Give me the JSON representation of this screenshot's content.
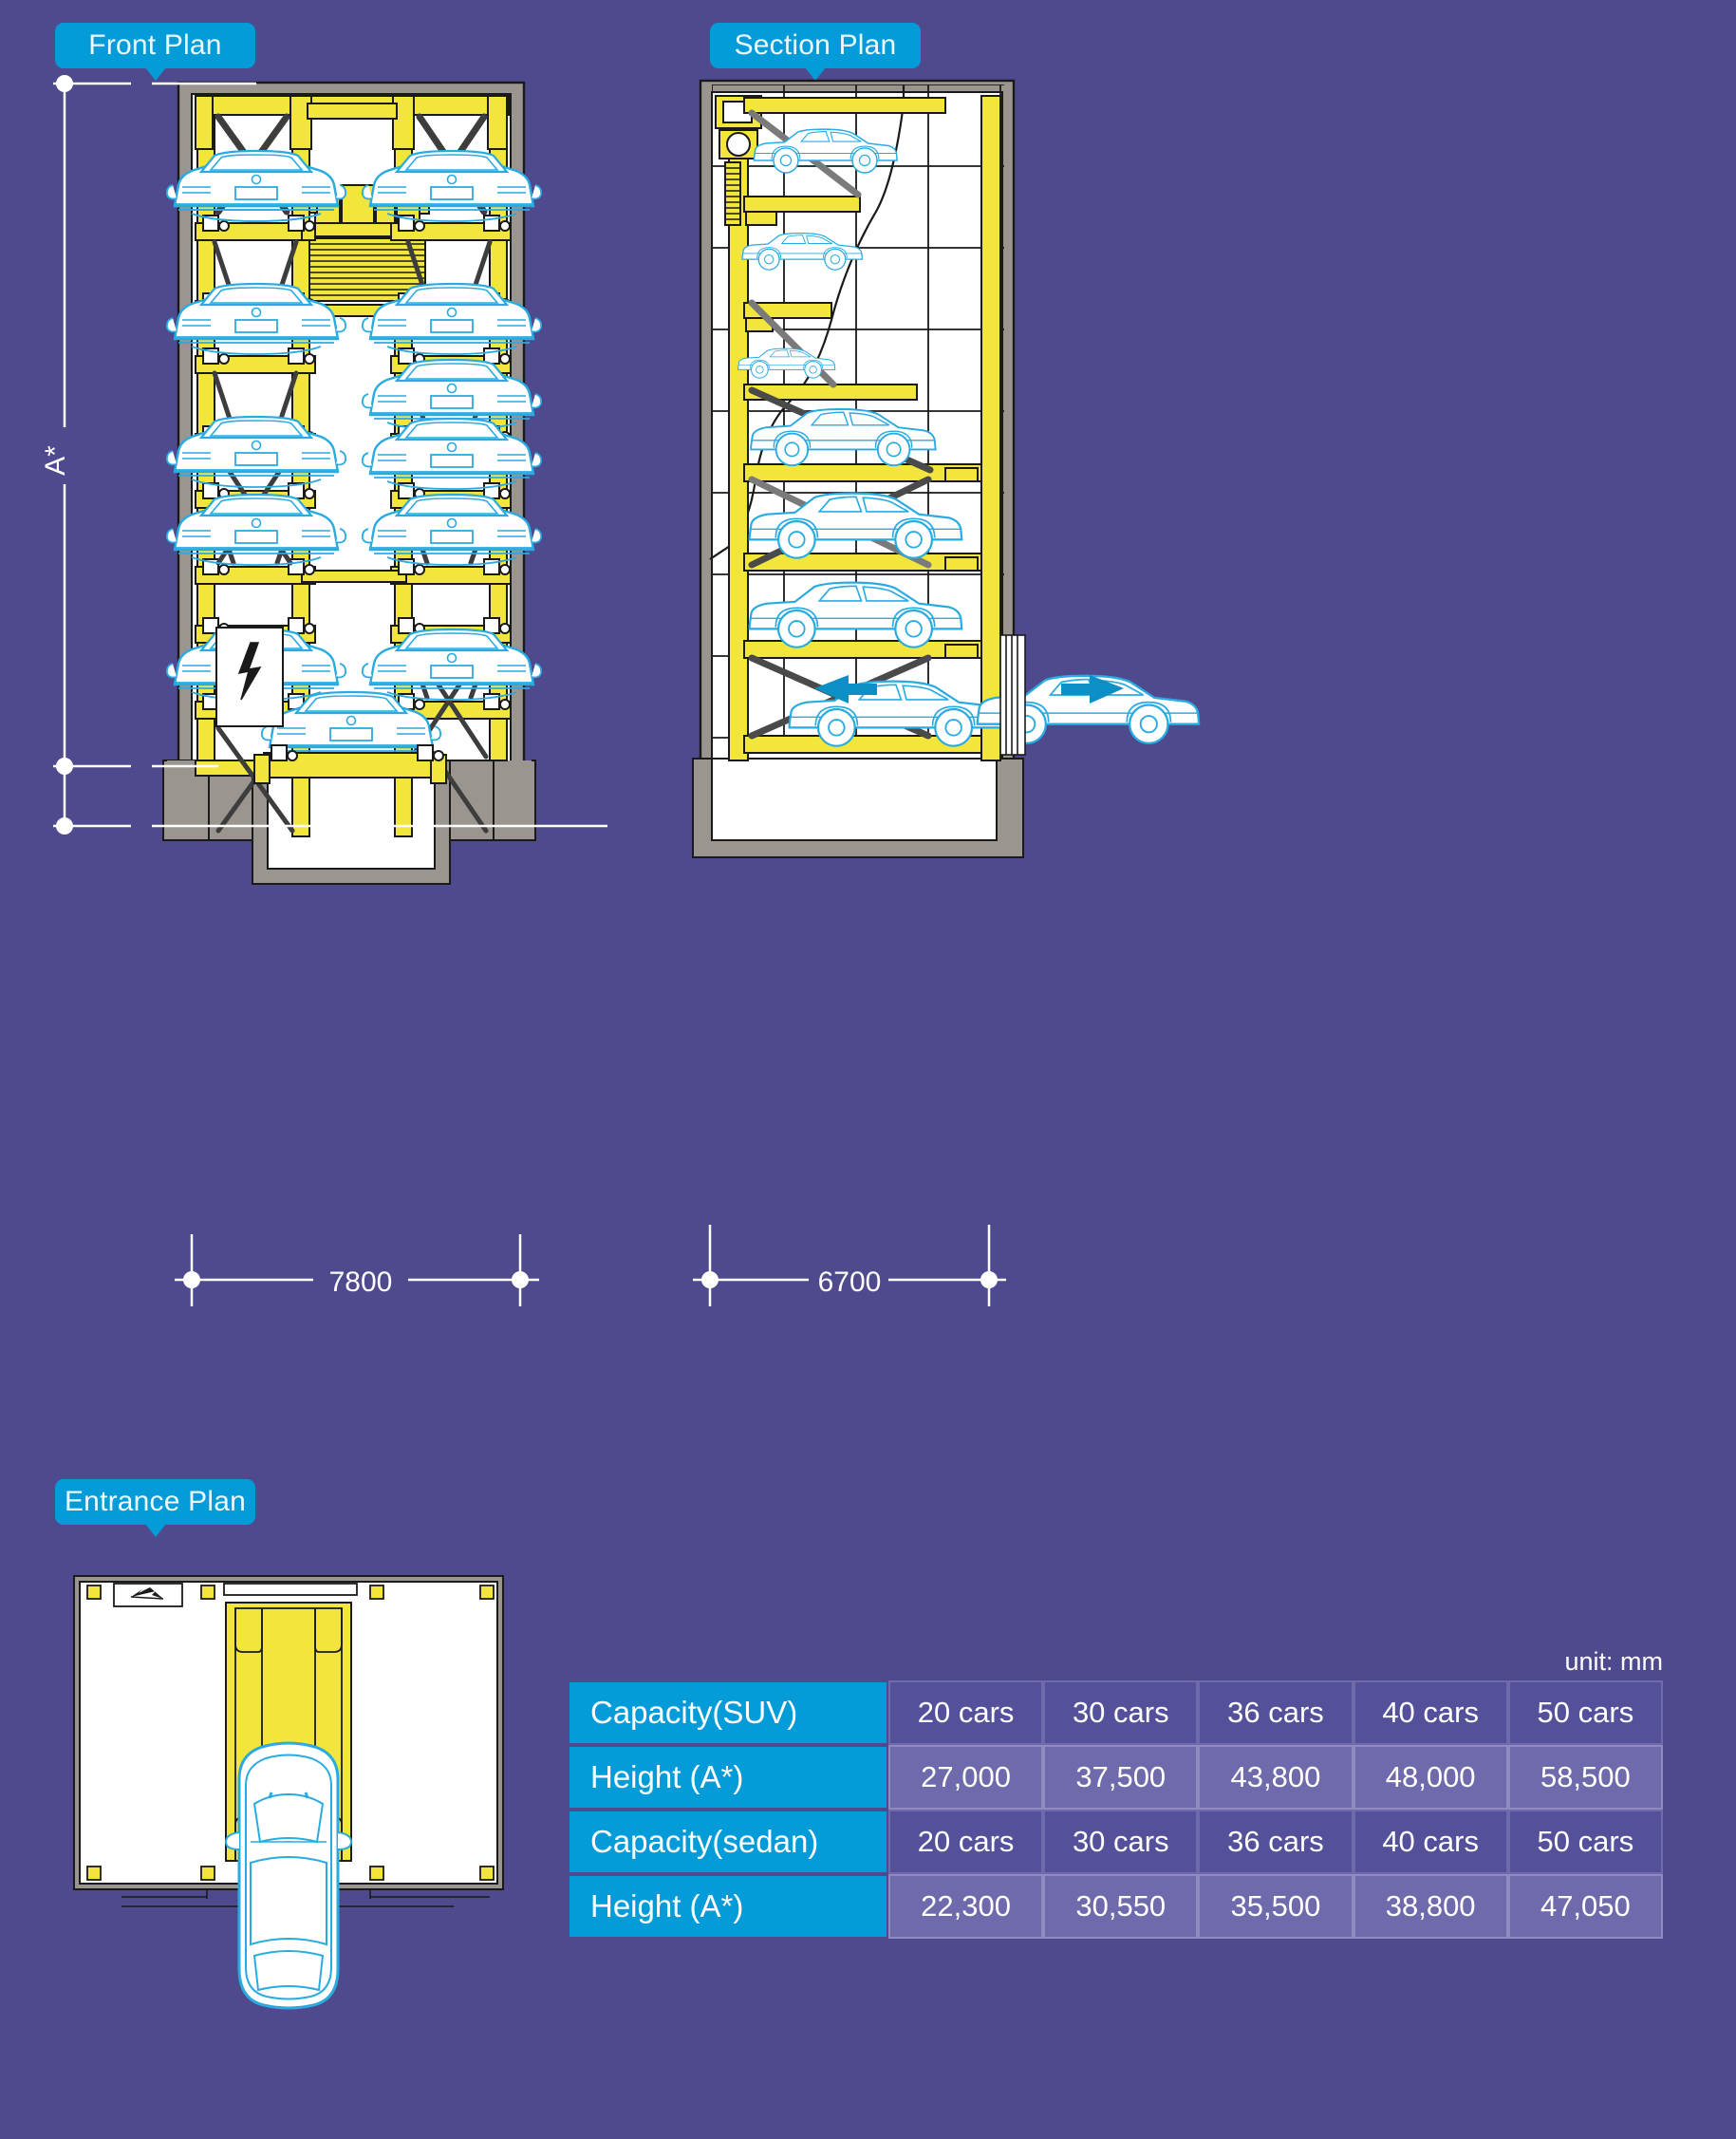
{
  "background_color": "#4e4a8d",
  "accent_color": "#049cd8",
  "frame_color": "#f2e63c",
  "car_color": "#29abe2",
  "concrete_color": "#9a958f",
  "sections": {
    "front": {
      "label": "Front Plan"
    },
    "section": {
      "label": "Section Plan"
    },
    "entrance": {
      "label": "Entrance Plan"
    }
  },
  "dimensions": {
    "height_label": "A*",
    "front_width": "7800",
    "section_width": "6700"
  },
  "table": {
    "unit_note": "unit: mm",
    "rows": [
      {
        "header": "Capacity(SUV)",
        "style": "dark",
        "values": [
          "20 cars",
          "30 cars",
          "36 cars",
          "40 cars",
          "50 cars"
        ]
      },
      {
        "header": "Height (A*)",
        "style": "light",
        "values": [
          "27,000",
          "37,500",
          "43,800",
          "48,000",
          "58,500"
        ]
      },
      {
        "header": "Capacity(sedan)",
        "style": "dark",
        "values": [
          "20 cars",
          "30 cars",
          "36 cars",
          "40 cars",
          "50 cars"
        ]
      },
      {
        "header": "Height (A*)",
        "style": "light",
        "values": [
          "22,300",
          "30,550",
          "35,500",
          "38,800",
          "47,050"
        ]
      }
    ]
  }
}
